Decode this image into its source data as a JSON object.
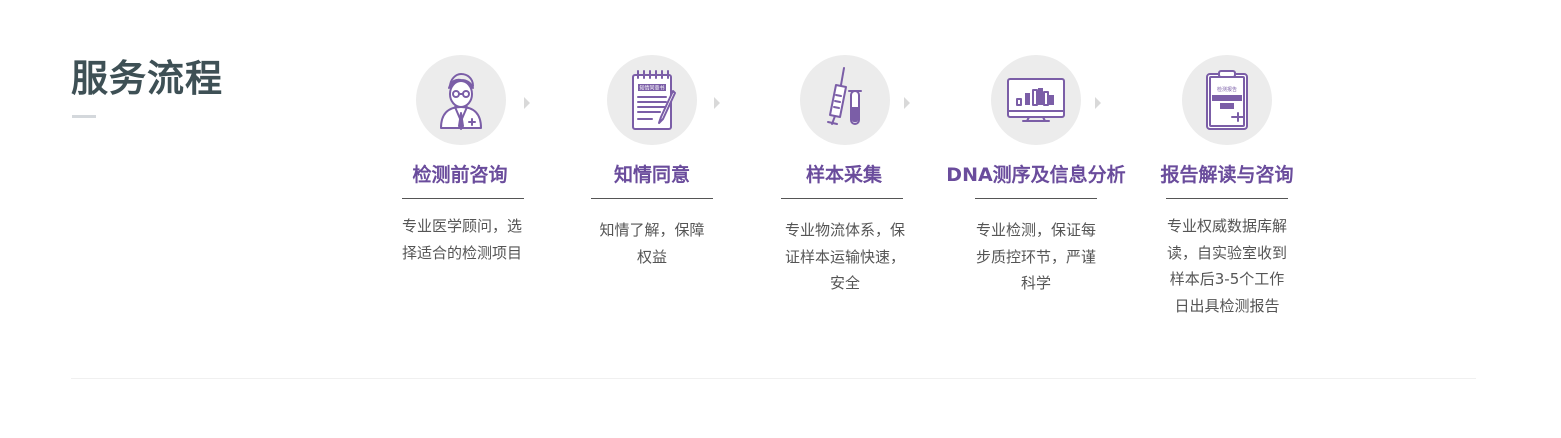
{
  "section": {
    "title": "服务流程"
  },
  "colors": {
    "accent": "#6a4c9c",
    "icon_purple": "#7b5ea7",
    "circle_bg": "#ececec",
    "title_color": "#3e5055",
    "text_gray": "#555555"
  },
  "steps": [
    {
      "icon": "doctor-icon",
      "title": "检测前咨询",
      "desc_lines": [
        "专业医学顾问，选",
        "择适合的检测项目"
      ]
    },
    {
      "icon": "consent-document-icon",
      "icon_text": "知情同意书",
      "title": "知情同意",
      "desc_lines": [
        "知情了解，保障",
        "权益"
      ]
    },
    {
      "icon": "syringe-tube-icon",
      "title": "样本采集",
      "desc_lines": [
        "专业物流体系，保",
        "证样本运输快速，",
        "安全"
      ]
    },
    {
      "icon": "monitor-chart-icon",
      "title": "DNA测序及信息分析",
      "desc_lines": [
        "专业检测，保证每",
        "步质控环节，严谨",
        "科学"
      ]
    },
    {
      "icon": "report-clipboard-icon",
      "icon_text": "检测报告",
      "title": "报告解读与咨询",
      "desc_lines": [
        "专业权威数据库解",
        "读，自实验室收到",
        "样本后3-5个工作",
        "日出具检测报告"
      ]
    }
  ]
}
